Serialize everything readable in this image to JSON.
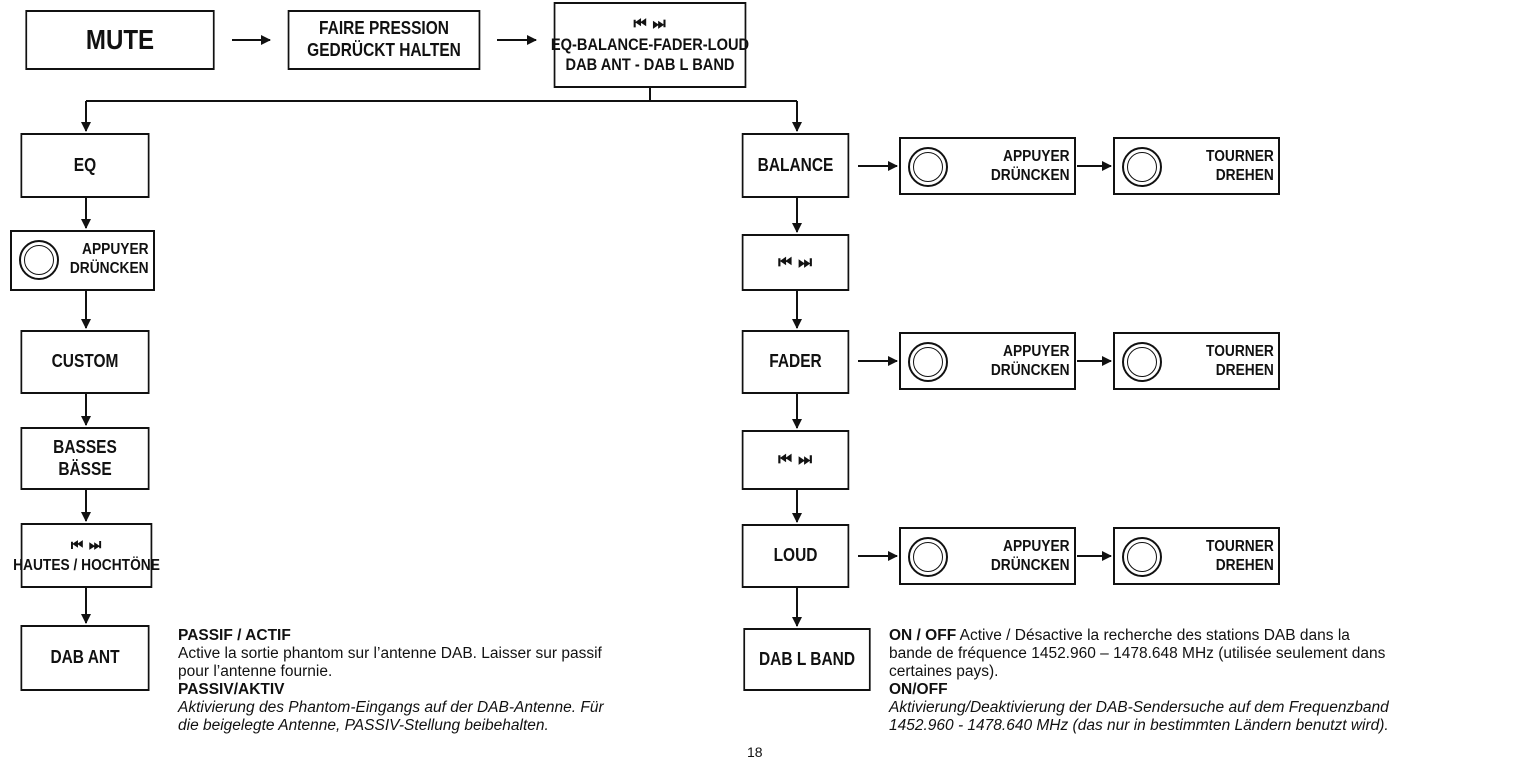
{
  "top": {
    "mute": "MUTE",
    "hold": [
      "FAIRE PRESSION",
      "GEDRÜCKT HALTEN"
    ],
    "menu": [
      "⏮ ⏭",
      "EQ-BALANCE-FADER-LOUD",
      "DAB ANT -  DAB L BAND"
    ]
  },
  "left": {
    "eq": "EQ",
    "press": [
      "APPUYER",
      "DRÜNCKEN"
    ],
    "custom": "CUSTOM",
    "bass": [
      "BASSES",
      "BÄSSE"
    ],
    "treble": [
      "⏮ ⏭",
      "HAUTES / HOCHTÖNE"
    ],
    "dab_ant": "DAB ANT"
  },
  "right": {
    "balance": "BALANCE",
    "skip1": "⏮ ⏭",
    "fader": "FADER",
    "skip2": "⏮ ⏭",
    "loud": "LOUD",
    "dab_l_band": "DAB L BAND",
    "press": [
      "APPUYER",
      "DRÜNCKEN"
    ],
    "turn": [
      "TOURNER",
      "DREHEN"
    ]
  },
  "notes": {
    "dab_ant": {
      "fr_title": "PASSIF / ACTIF",
      "fr_lines": [
        "Active la sortie phantom sur l’antenne DAB. Laisser sur passif",
        "pour l’antenne fournie."
      ],
      "de_title": "PASSIV/AKTIV",
      "de_lines": [
        "Aktivierung des Phantom-Eingangs auf der DAB-Antenne. Für",
        "die beigelegte Antenne, PASSIV-Stellung beibehalten."
      ]
    },
    "dab_l_band": {
      "fr_bold": "ON / OFF",
      "fr_first": " Active / Désactive la recherche des stations DAB dans la",
      "fr_lines": [
        "bande de fréquence 1452.960 – 1478.648 MHz (utilisée seulement dans",
        "certaines pays)."
      ],
      "de_title": "ON/OFF",
      "de_lines": [
        "Aktivierung/Deaktivierung der DAB-Sendersuche auf dem Frequenzband",
        "1452.960 - 1478.640 MHz (das nur in bestimmten Ländern benutzt wird)."
      ]
    }
  },
  "page_number": "18"
}
